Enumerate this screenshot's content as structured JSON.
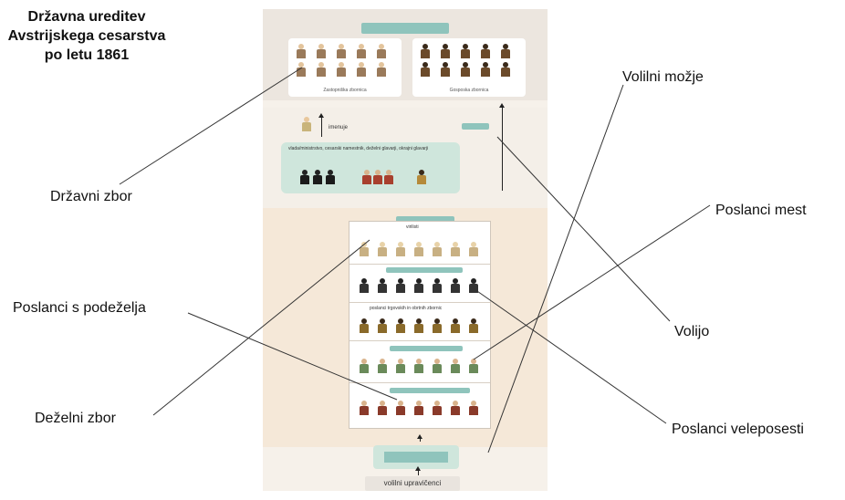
{
  "title": "Državna ureditev Avstrijskega cesarstva po letu 1861",
  "labels": {
    "drzavni_zbor": "Državni zbor",
    "poslanci_s_podezelja": "Poslanci s podeželja",
    "dezelni_zbor": "Deželni zbor",
    "volilni_mozje": "Volilni možje",
    "poslanci_mest": "Poslanci mest",
    "volijo": "Volijo",
    "poslanci_veleposesti": "Poslanci veleposesti"
  },
  "poster": {
    "left_card_caption": "Zastopniška zbornica",
    "right_card_caption": "Gosposka zbornica",
    "imenuje": "imenuje",
    "green_text": "vlada/ministrstvo, cesarski namestnik, deželni glavarji, okrajni glavarji",
    "list_header": "virilisti",
    "row3_caption": "poslanci trgovskih in obrtnih zbornic",
    "voters": "volilni upravičenci"
  },
  "colors": {
    "teal": "#8fc4bc",
    "green_box": "#cfe6dc",
    "beige_band": "#f5e8d8"
  }
}
